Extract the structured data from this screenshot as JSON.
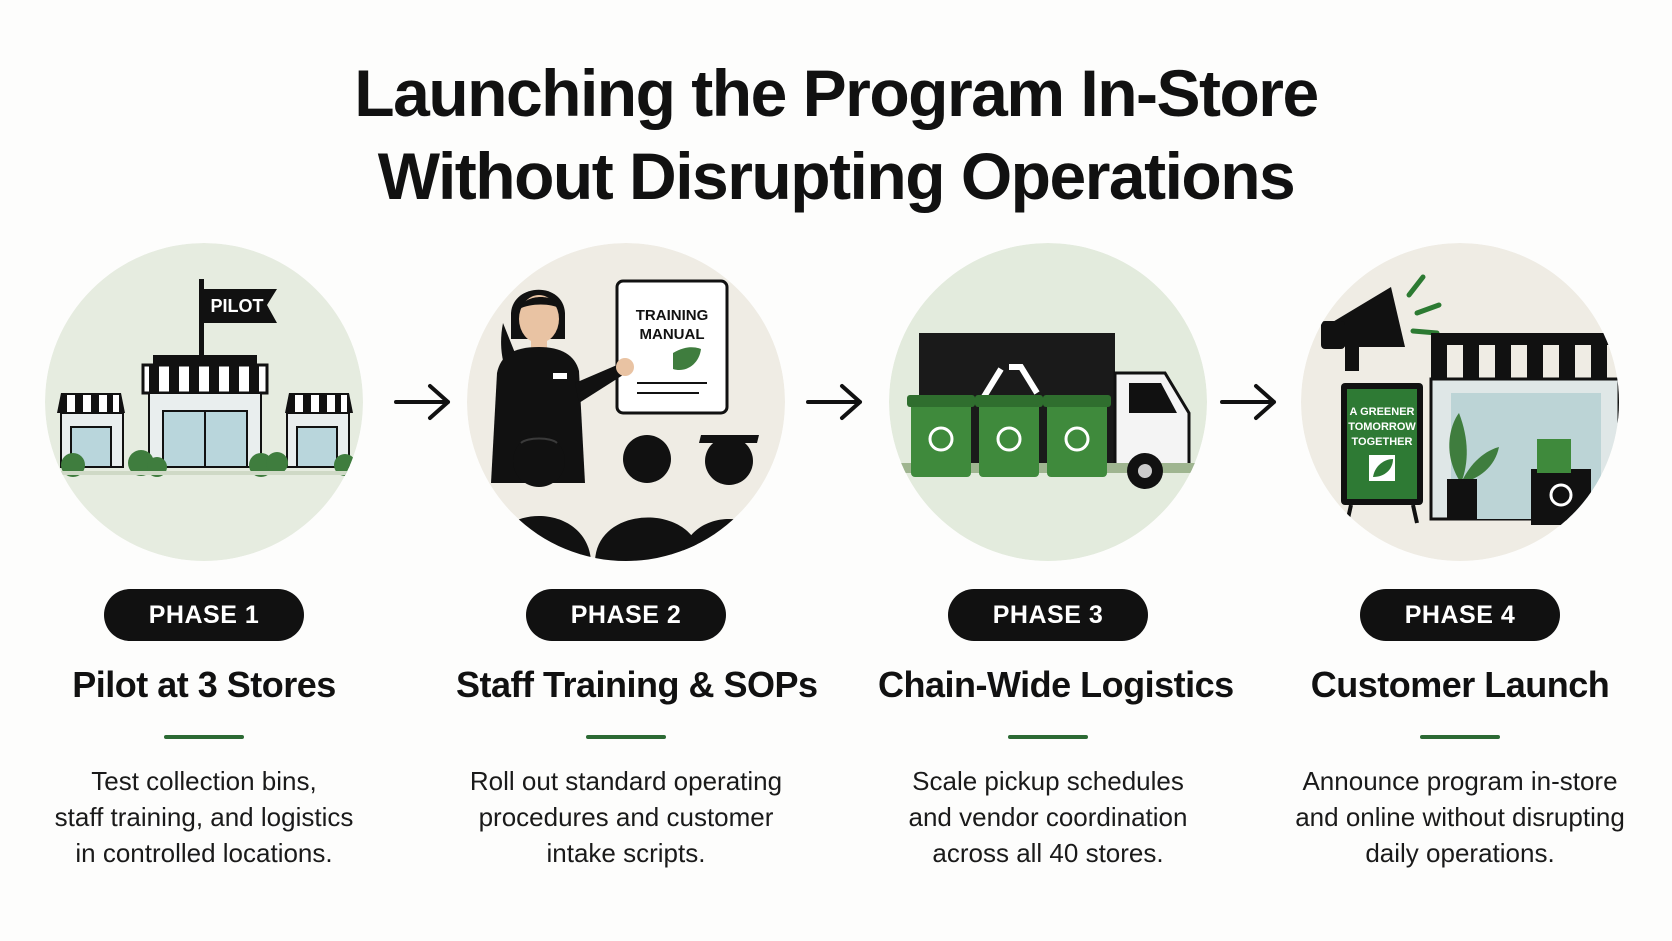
{
  "title": {
    "line1": "Launching the Program In-Store",
    "line2": "Without Disrupting Operations"
  },
  "colors": {
    "accent_green": "#2c6a34",
    "pill_bg": "#111111",
    "circle_bg": "#e6ece0"
  },
  "phases": [
    {
      "badge": "PHASE 1",
      "heading": "Pilot at 3 Stores",
      "description": [
        "Test collection bins,",
        "staff training, and logistics",
        "in controlled locations."
      ],
      "illustration": {
        "flag_text": "PILOT",
        "icon": "storefronts-icon"
      }
    },
    {
      "badge": "PHASE 2",
      "heading": "Staff Training & SOPs",
      "description": [
        "Roll out standard operating",
        "procedures and customer",
        "intake scripts."
      ],
      "illustration": {
        "manual_line1": "TRAINING",
        "manual_line2": "MANUAL",
        "icon": "training-icon"
      }
    },
    {
      "badge": "PHASE 3",
      "heading": "Chain-Wide Logistics",
      "description": [
        "Scale pickup schedules",
        "and vendor coordination",
        "across all 40 stores."
      ],
      "illustration": {
        "icon": "recycling-truck-icon"
      }
    },
    {
      "badge": "PHASE 4",
      "heading": "Customer Launch",
      "description": [
        "Announce program in-store",
        "and online without disrupting",
        "daily operations."
      ],
      "illustration": {
        "sign_line1": "A GREENER",
        "sign_line2": "TOMORROW",
        "sign_line3": "TOGETHER",
        "icon": "megaphone-icon"
      }
    }
  ]
}
